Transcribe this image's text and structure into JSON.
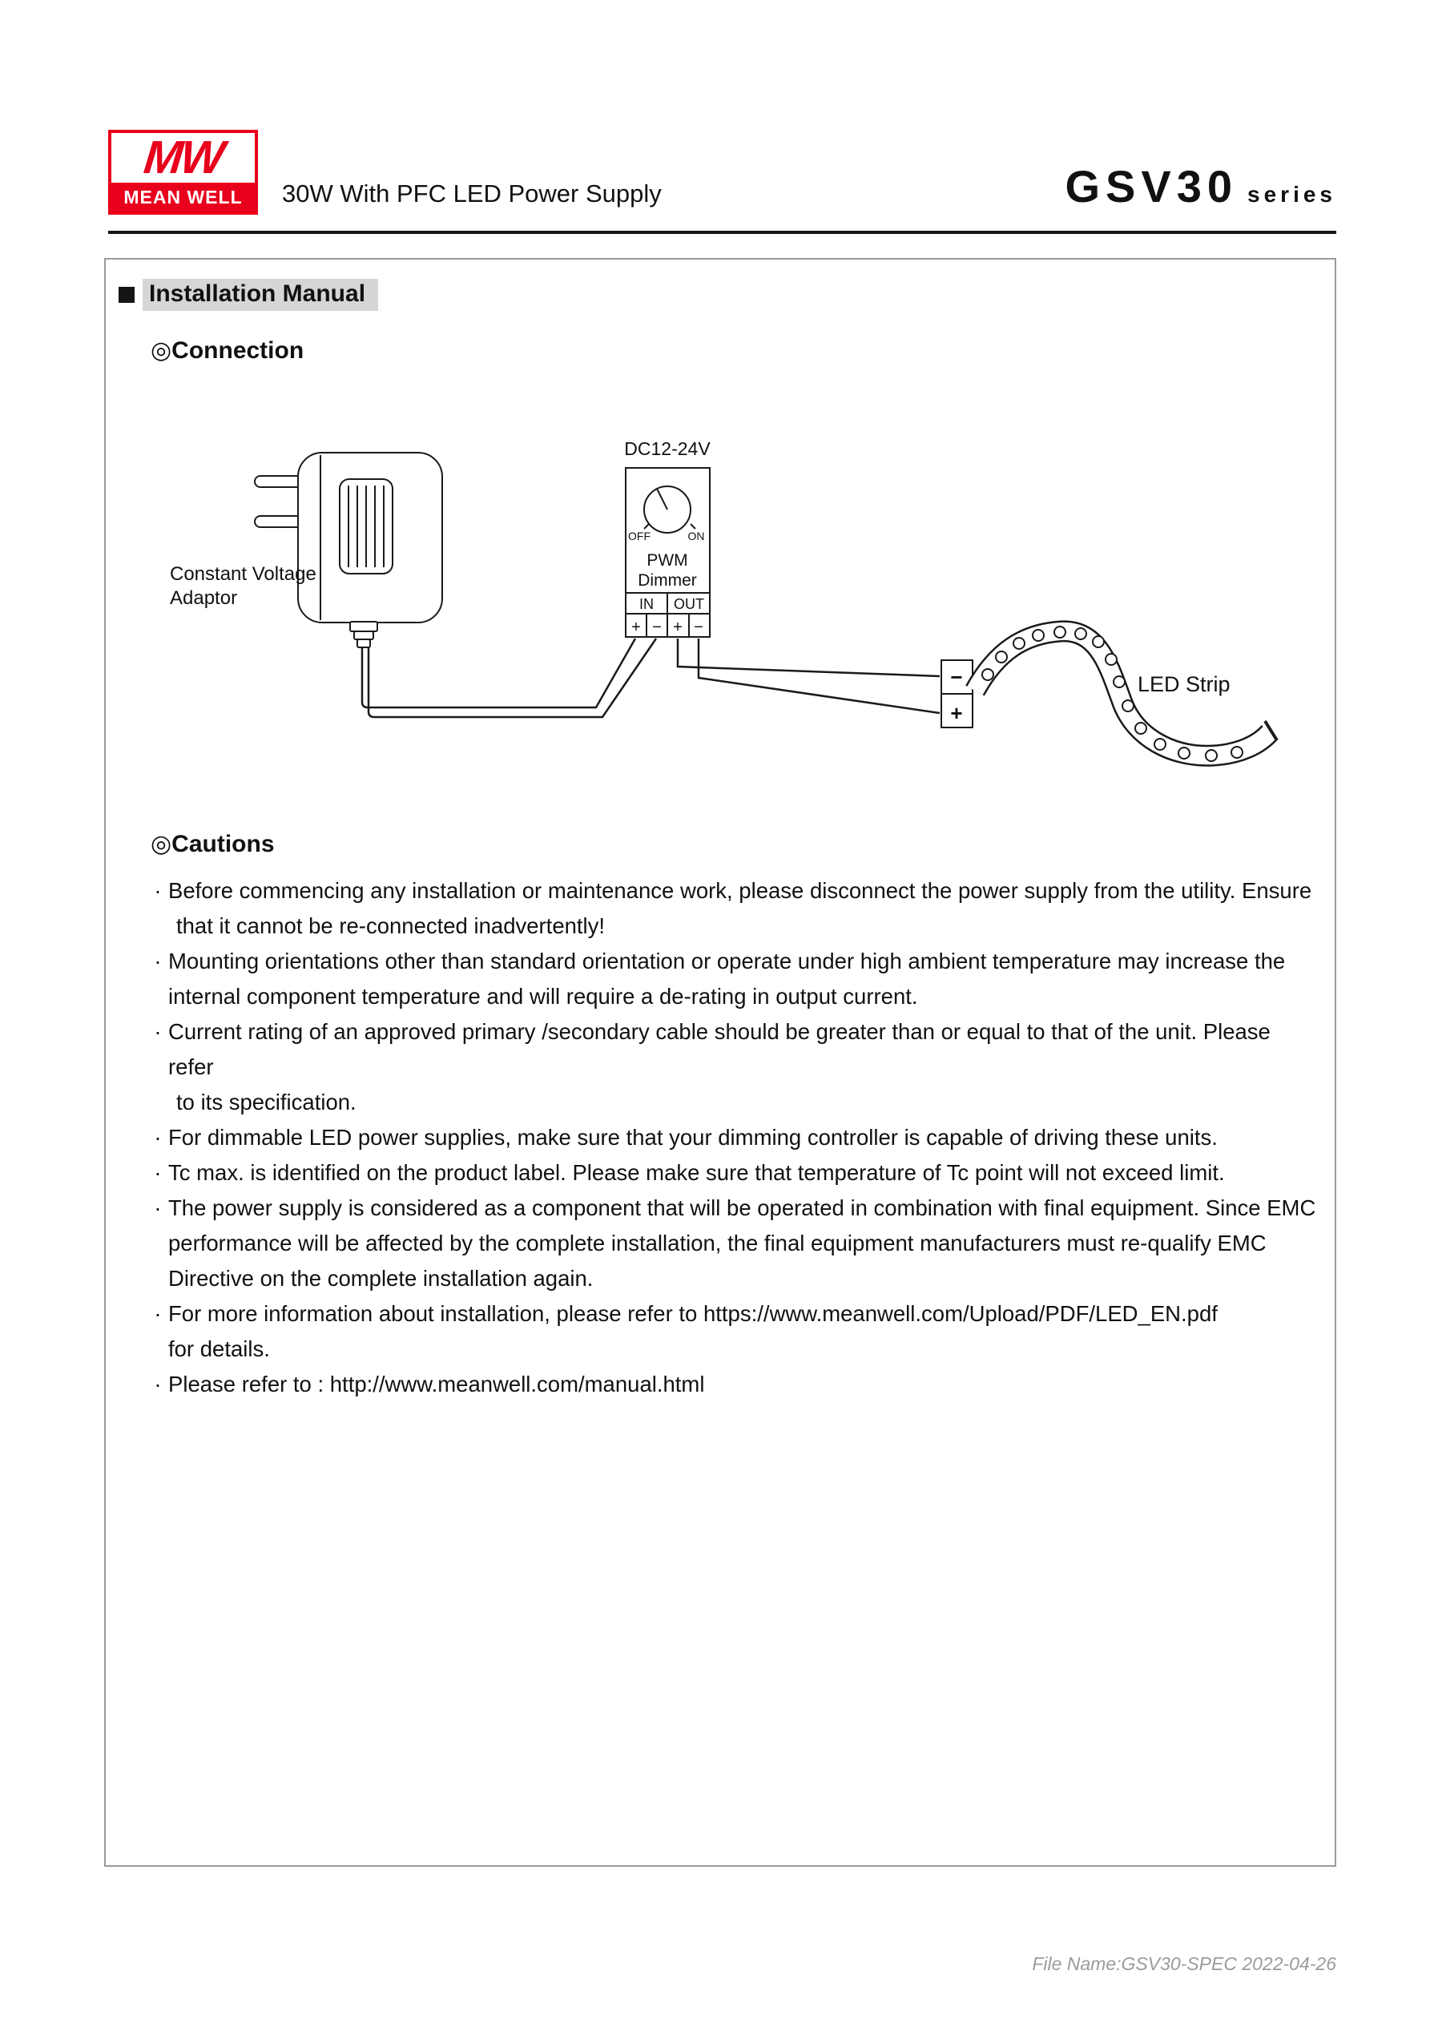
{
  "header": {
    "logo_mw": "MW",
    "logo_brand": "MEAN WELL",
    "title": "30W With PFC LED Power Supply",
    "series_name": "GSV30",
    "series_suffix": "series"
  },
  "sections": {
    "installation_manual": "Installation Manual",
    "connection": "◎Connection",
    "cautions": "◎Cautions"
  },
  "diagram": {
    "adaptor_label_line1": "Constant Voltage",
    "adaptor_label_line2": "Adaptor",
    "dimmer_voltage": "DC12-24V",
    "knob_off": "OFF",
    "knob_on": "ON",
    "dimmer_line1": "PWM",
    "dimmer_line2": "Dimmer",
    "in_label": "IN",
    "out_label": "OUT",
    "terminal_plus_1": "+",
    "terminal_minus_1": "−",
    "terminal_plus_2": "+",
    "terminal_minus_2": "−",
    "connector_minus": "−",
    "connector_plus": "+",
    "led_strip_label": "LED Strip"
  },
  "cautions": {
    "bullet": "·",
    "items": [
      [
        "Before commencing any installation or maintenance work, please disconnect the power supply from the utility. Ensure",
        "that it cannot be re-connected inadvertently!"
      ],
      [
        "Mounting orientations other than standard orientation or operate under high ambient temperature may increase the",
        "internal component temperature and will require a de-rating in output current."
      ],
      [
        "Current rating of an approved primary /secondary cable should be greater than or equal to that of the unit. Please refer",
        "to its specification."
      ],
      [
        "For dimmable LED power supplies, make sure that your dimming controller is capable of driving these units."
      ],
      [
        "Tc max. is identified on the product label. Please make sure that temperature of Tc point will not exceed limit."
      ],
      [
        "The power supply is considered as a component that will be operated in combination with final equipment. Since EMC",
        "performance will be affected by the complete installation, the final equipment manufacturers must re-qualify EMC",
        "Directive on the complete installation again."
      ],
      [
        "For more information about installation, please refer to https://www.meanwell.com/Upload/PDF/LED_EN.pdf",
        "for details."
      ],
      [
        "Please refer to : http://www.meanwell.com/manual.html"
      ]
    ]
  },
  "footer": {
    "file_info": "File Name:GSV30-SPEC  2022-04-26"
  }
}
